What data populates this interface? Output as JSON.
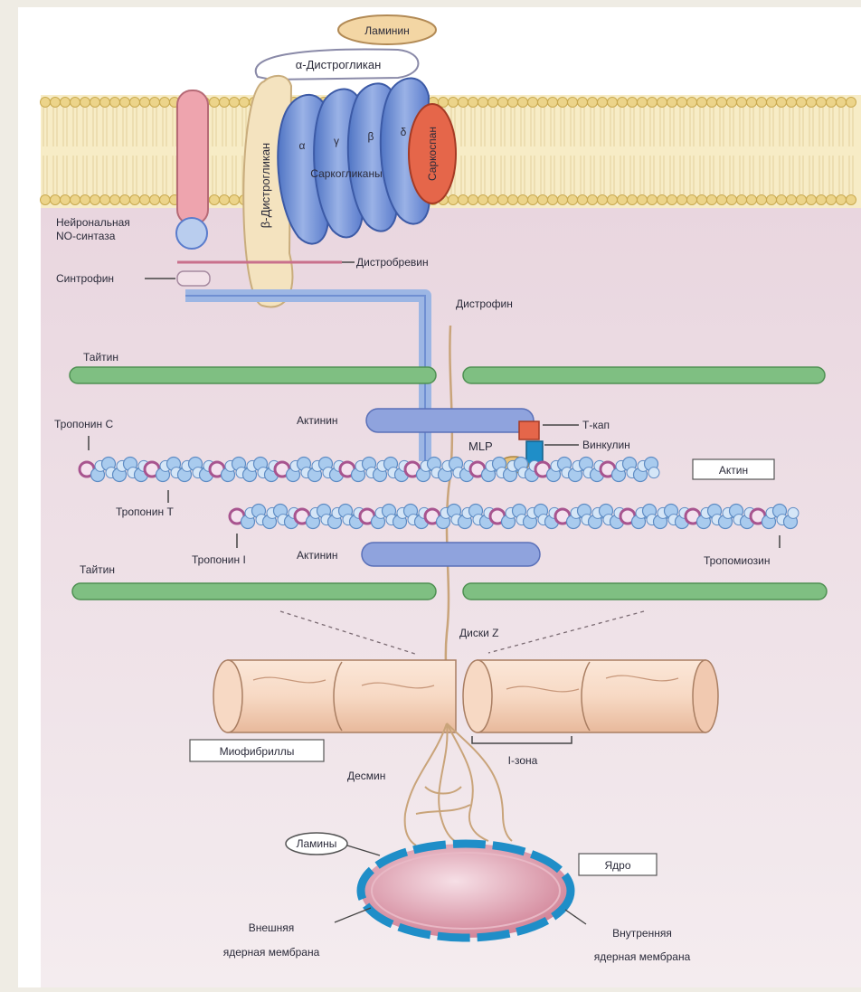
{
  "diagram": {
    "labels": {
      "laminin": "Ламинин",
      "alpha_dystroglycan": "α-Дистрогликан",
      "beta_dystroglycan": "β-Дистрогликан",
      "sarcoglycans": "Саркогликаны",
      "sarcoglycan_subunits": [
        "α",
        "γ",
        "β",
        "δ"
      ],
      "sarcospan": "Саркоспан",
      "nnos": [
        "Нейрональная",
        "NO-синтаза"
      ],
      "syntrophin": "Синтрофин",
      "dystrobrevin": "Дистробревин",
      "dystrophin": "Дистрофин",
      "titin_top": "Тайтин",
      "actinin_top": "Актинин",
      "troponin_c": "Тропонин С",
      "tcap": "Т-кап",
      "vinculin": "Винкулин",
      "mlp": "MLP",
      "actin": "Актин",
      "troponin_t": "Тропонин Т",
      "troponin_i": "Тропонин I",
      "actinin_bottom": "Актинин",
      "titin_bottom": "Тайтин",
      "tropomyosin": "Тропомиозин",
      "z_disc": "Диски Z",
      "myofibrils": "Миофибриллы",
      "i_band": "I-зона",
      "desmin": "Десмин",
      "lamins": "Ламины",
      "nucleus": "Ядро",
      "outer_membrane": [
        "Внешняя",
        "ядерная мембрана"
      ],
      "inner_membrane": [
        "Внутренняя",
        "ядерная мембрана"
      ]
    },
    "colors": {
      "background": "#efece4",
      "cytoplasm": "#eedfe6",
      "membrane": "#ecd48a",
      "dystroglycan": "#f4e3bf",
      "sarcoglycan": "#6f8fd2",
      "sarcospan": "#e5664a",
      "integrin": "#eea4ae",
      "titin": "#7fbf82",
      "actinin": "#8fa3dd",
      "actin_bead": "#a9cbee",
      "troponin": "#c783b7",
      "myofibril": "#f4d4bd",
      "nucleus": "#d48797",
      "nuclear_envelope": "#1f8ec8"
    }
  }
}
